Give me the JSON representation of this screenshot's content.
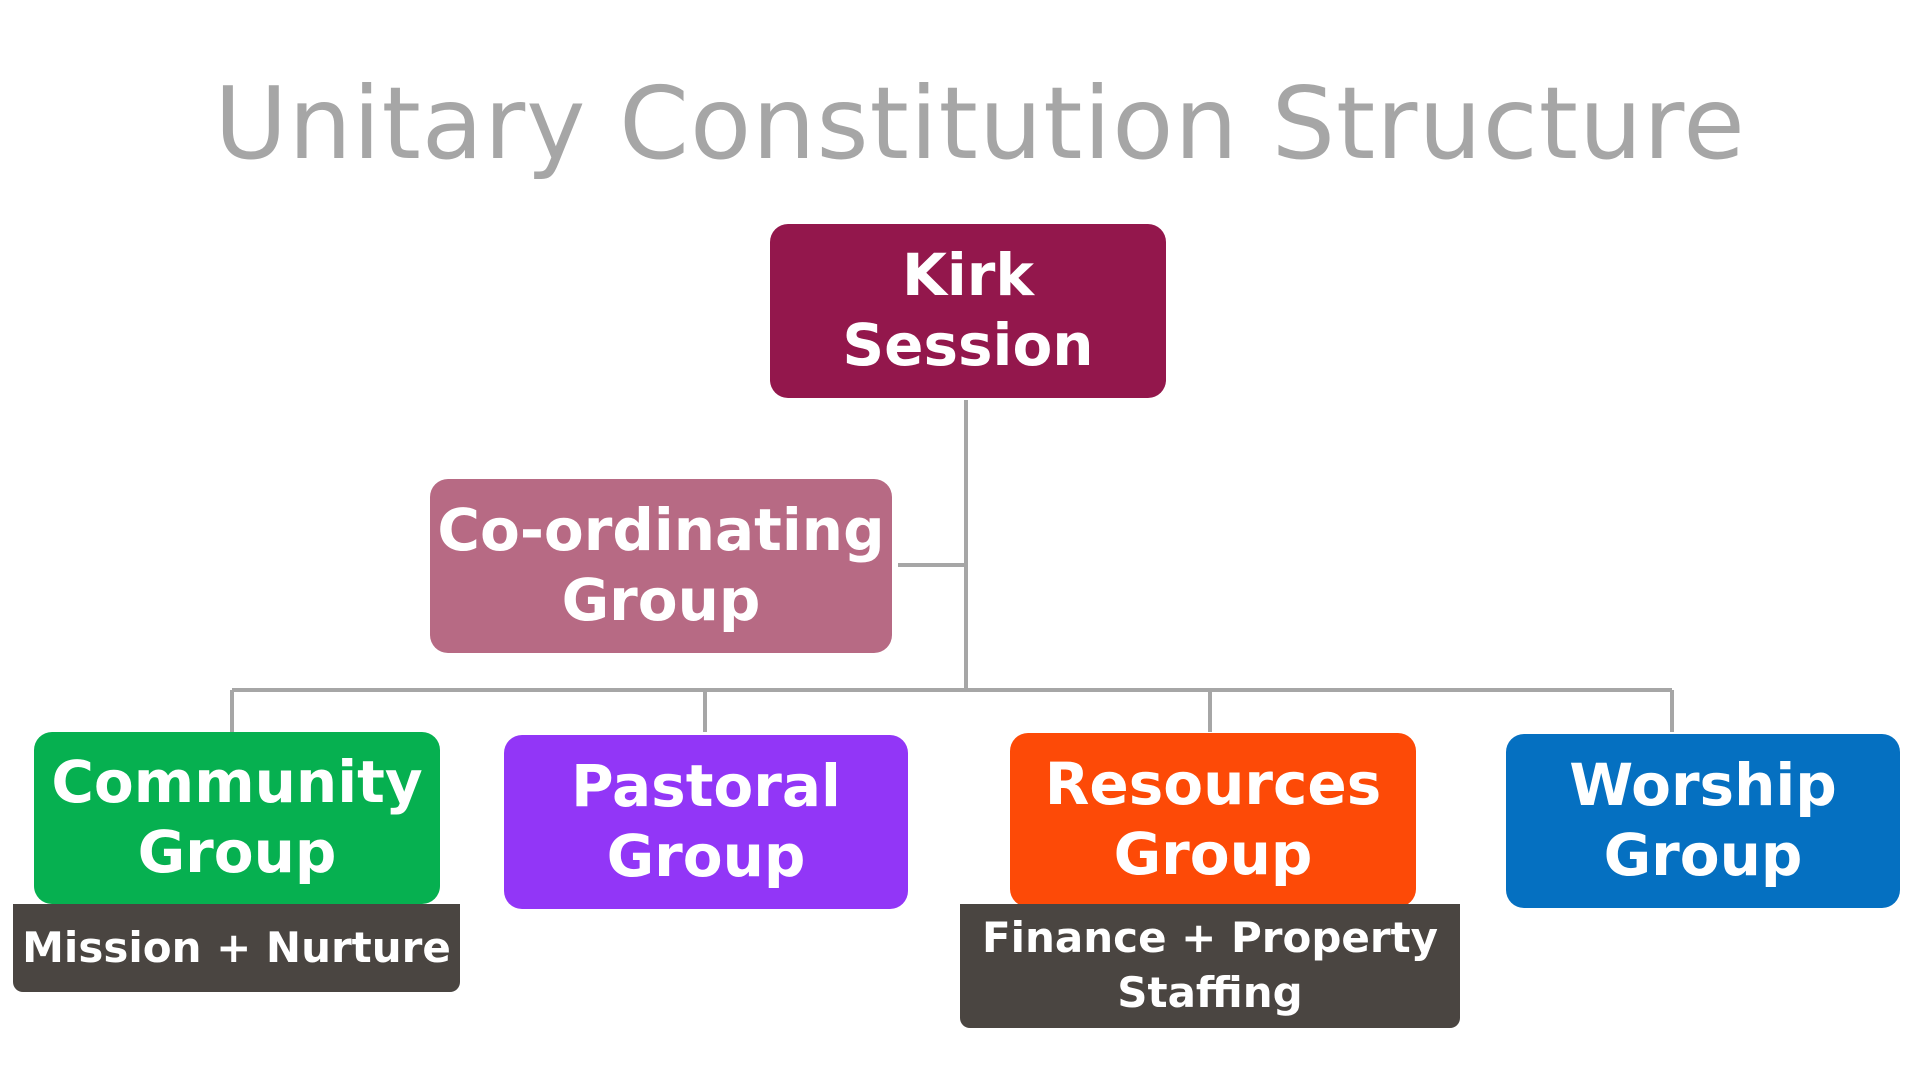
{
  "title": "Unitary Constitution Structure",
  "colors": {
    "kirk_session": "#93174c",
    "coordinating": "#b76a84",
    "community": "#06b050",
    "pastoral": "#9236f7",
    "resources": "#fd4a07",
    "worship": "#0570c1",
    "sub_box": "#4a4541",
    "connector": "#a6a6a6",
    "title": "#a6a6a6"
  },
  "nodes": {
    "kirk_session": {
      "line1": "Kirk",
      "line2": "Session"
    },
    "coordinating": {
      "line1": "Co-ordinating",
      "line2": "Group"
    },
    "community": {
      "line1": "Community",
      "line2": "Group",
      "sub": [
        "Mission + Nurture"
      ]
    },
    "pastoral": {
      "line1": "Pastoral",
      "line2": "Group"
    },
    "resources": {
      "line1": "Resources",
      "line2": "Group",
      "sub": [
        "Finance + Property",
        "Staffing"
      ]
    },
    "worship": {
      "line1": "Worship",
      "line2": "Group"
    }
  }
}
